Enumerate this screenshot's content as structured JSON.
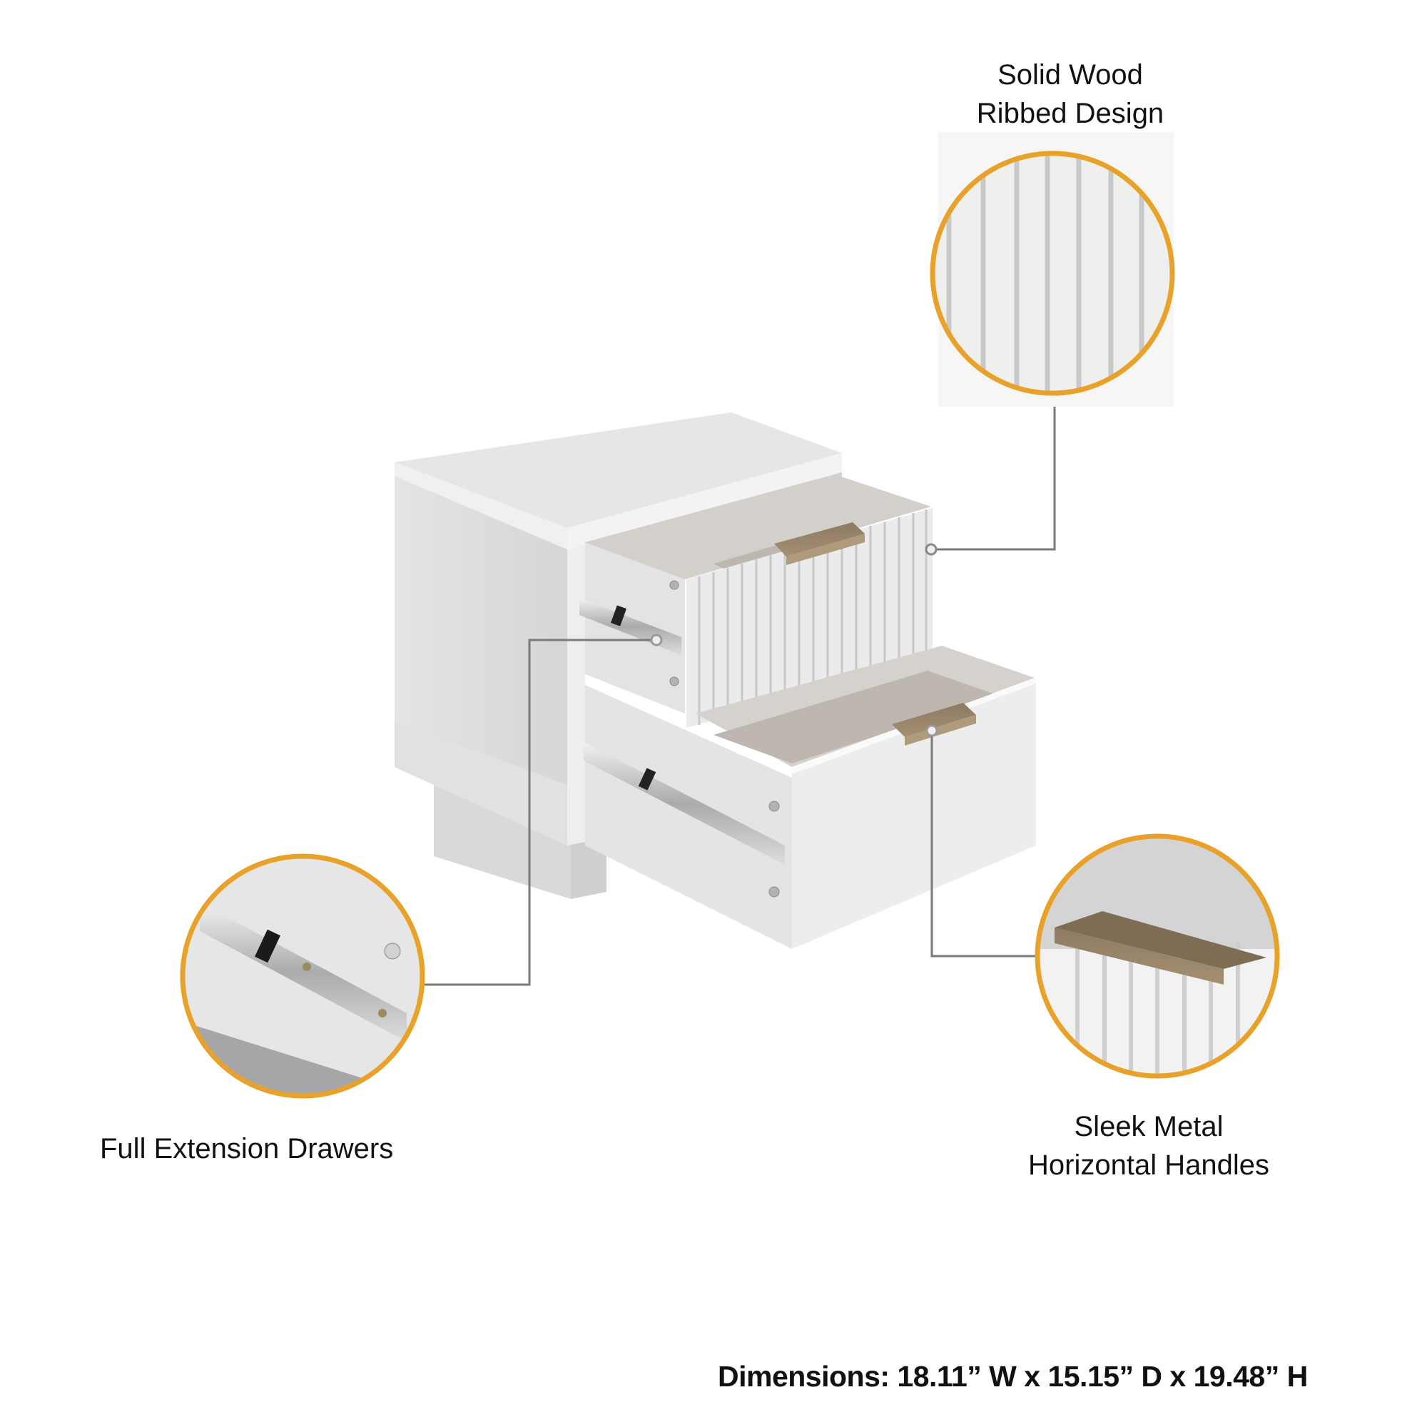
{
  "callouts": [
    {
      "id": "ribbed",
      "lines": [
        "Solid Wood",
        "Ribbed Design"
      ],
      "icon": "ribbed-wood-detail"
    },
    {
      "id": "drawers",
      "lines": [
        "Full Extension Drawers"
      ],
      "icon": "drawer-slide-detail"
    },
    {
      "id": "handles",
      "lines": [
        "Sleek Metal",
        "Horizontal Handles"
      ],
      "icon": "metal-handle-detail"
    }
  ],
  "dimensions": {
    "text": "Dimensions: 18.11” W x 15.15” D x 19.48” H",
    "width": "18.11” W",
    "depth": "15.15” D",
    "height": "19.48” H"
  },
  "colors": {
    "accent_ring": "#E8A22A",
    "connector_line": "#7a7a7a",
    "furniture_white": "#e9e9ea",
    "handle_bronze": "#9a8466",
    "drawer_interior": "#bdb7b0"
  }
}
